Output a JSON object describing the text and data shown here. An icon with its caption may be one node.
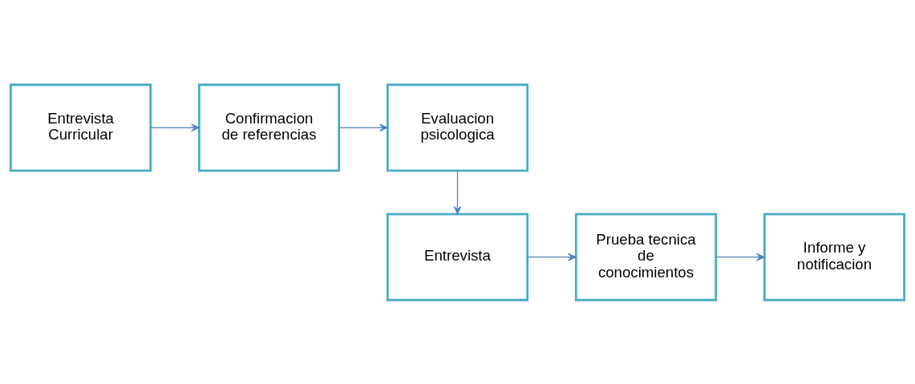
{
  "diagram": {
    "nodes": [
      {
        "text": [
          "Entrevista Curricular"
        ]
      },
      {
        "text": [
          "Confirmacion de referencias"
        ]
      },
      {
        "text": [
          "Evaluacion psicologica"
        ]
      },
      {
        "text": [
          "Entrevista"
        ]
      },
      {
        "text": [
          "Prueba tecnica de conocimientos"
        ]
      },
      {
        "text": [
          "Informe y notificacion"
        ]
      }
    ],
    "edges": [
      {
        "from": 0,
        "to": 1,
        "arrow": "to"
      },
      {
        "from": 1,
        "to": 2,
        "arrow": "to"
      },
      {
        "from": 2,
        "to": 3,
        "arrow": "to"
      },
      {
        "from": 3,
        "to": 4,
        "arrow": "to"
      },
      {
        "from": 4,
        "to": 5,
        "arrow": "to"
      }
    ]
  }
}
